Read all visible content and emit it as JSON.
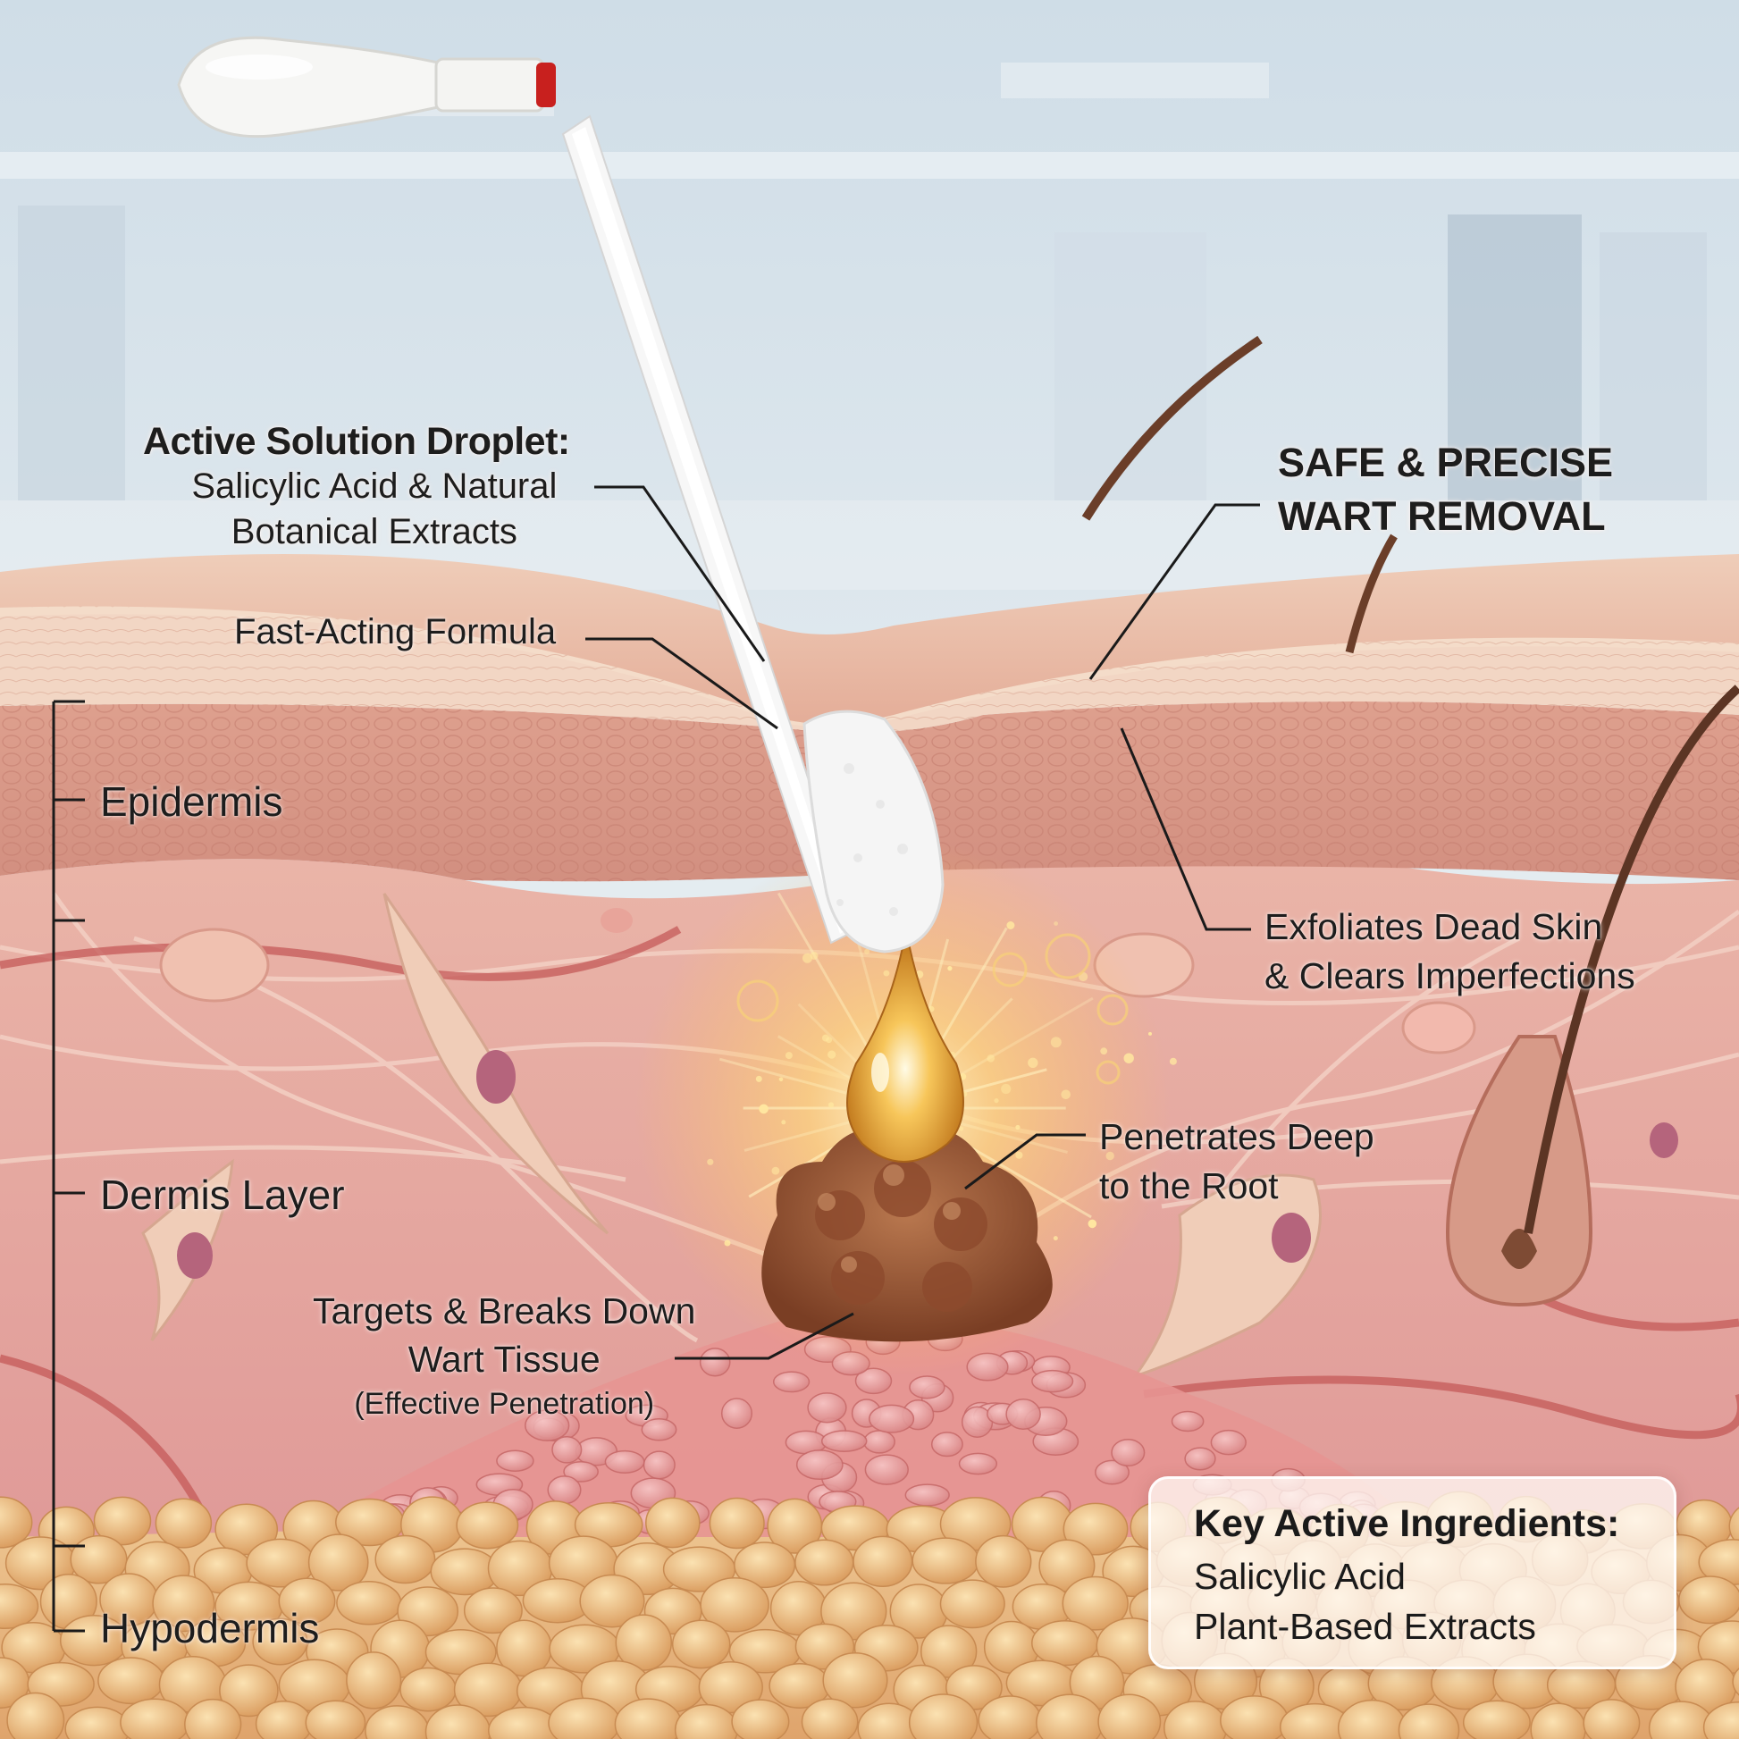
{
  "labels": {
    "droplet_title": "Active Solution Droplet:",
    "droplet_line1": "Salicylic Acid & Natural",
    "droplet_line2": "Botanical Extracts",
    "fast_acting": "Fast-Acting Formula",
    "safe_line1": "SAFE & PRECISE",
    "safe_line2": "WART REMOVAL",
    "epidermis": "Epidermis",
    "dermis": "Dermis Layer",
    "hypodermis": "Hypodermis",
    "exfoliates_line1": "Exfoliates Dead Skin",
    "exfoliates_line2": "& Clears Imperfections",
    "penetrates_line1": "Penetrates Deep",
    "penetrates_line2": "to the Root",
    "targets_line1": "Targets & Breaks Down",
    "targets_line2": "Wart Tissue",
    "targets_line3": "(Effective Penetration)"
  },
  "ingredients": {
    "title": "Key Active Ingredients:",
    "items": [
      "Salicylic Acid",
      "Plant-Based Extracts"
    ]
  },
  "colors": {
    "background": "#dfe8ee",
    "skin_surface": "#e7b7a2",
    "epidermis": "#d99887",
    "dermis": "#e8aea4",
    "hypodermis": "#e9c08a",
    "wart": "#9c5a3c",
    "droplet": "#f0b43a",
    "applicator": "#ffffff",
    "cap_accent": "#c8201e",
    "leader_line": "#1a1a1a"
  }
}
